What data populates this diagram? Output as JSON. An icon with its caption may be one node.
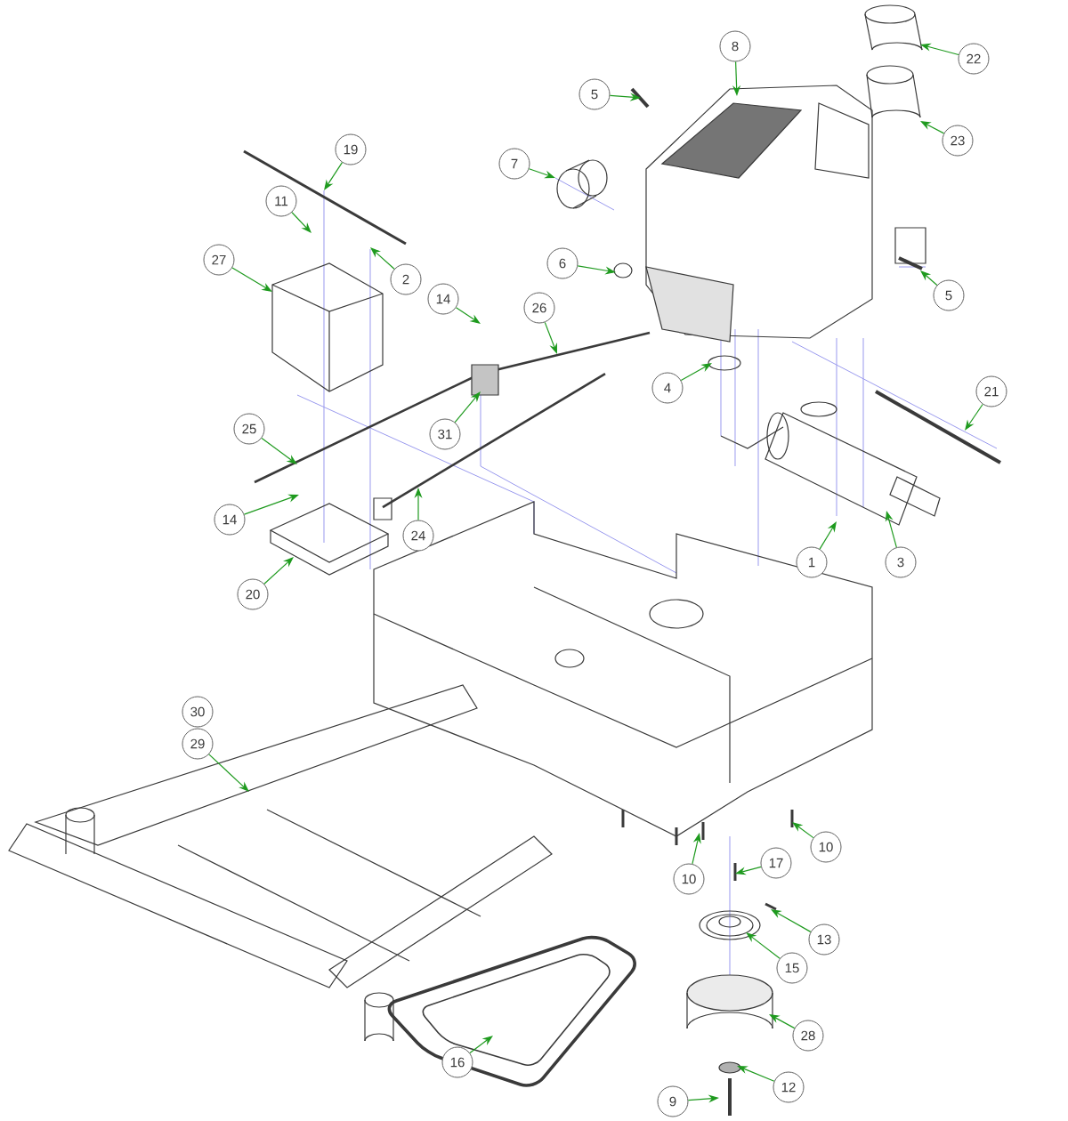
{
  "diagram": {
    "nodes": [
      {
        "text": [
          "8"
        ]
      },
      {
        "text": [
          "22"
        ]
      },
      {
        "text": [
          "5"
        ]
      },
      {
        "text": [
          "23"
        ]
      },
      {
        "text": [
          "19"
        ]
      },
      {
        "text": [
          "7"
        ]
      },
      {
        "text": [
          "11"
        ]
      },
      {
        "text": [
          "27"
        ]
      },
      {
        "text": [
          "6"
        ]
      },
      {
        "text": [
          "2"
        ]
      },
      {
        "text": [
          "5"
        ]
      },
      {
        "text": [
          "14"
        ]
      },
      {
        "text": [
          "26"
        ]
      },
      {
        "text": [
          "4"
        ]
      },
      {
        "text": [
          "21"
        ]
      },
      {
        "text": [
          "25"
        ]
      },
      {
        "text": [
          "31"
        ]
      },
      {
        "text": [
          "14"
        ]
      },
      {
        "text": [
          "24"
        ]
      },
      {
        "text": [
          "1"
        ]
      },
      {
        "text": [
          "3"
        ]
      },
      {
        "text": [
          "20"
        ]
      },
      {
        "text": [
          "30"
        ]
      },
      {
        "text": [
          "29"
        ]
      },
      {
        "text": [
          "10"
        ]
      },
      {
        "text": [
          "17"
        ]
      },
      {
        "text": [
          "10"
        ]
      },
      {
        "text": [
          "13"
        ]
      },
      {
        "text": [
          "15"
        ]
      },
      {
        "text": [
          "28"
        ]
      },
      {
        "text": [
          "16"
        ]
      },
      {
        "text": [
          "12"
        ]
      },
      {
        "text": [
          "9"
        ]
      }
    ],
    "edges": [
      {
        "from": 0,
        "to": null,
        "arrow": "to"
      },
      {
        "from": 1,
        "to": null,
        "arrow": "to"
      },
      {
        "from": 2,
        "to": null,
        "arrow": "to"
      },
      {
        "from": 3,
        "to": null,
        "arrow": "to"
      },
      {
        "from": 4,
        "to": null,
        "arrow": "to"
      },
      {
        "from": 5,
        "to": null,
        "arrow": "to"
      },
      {
        "from": 6,
        "to": null,
        "arrow": "to"
      },
      {
        "from": 7,
        "to": null,
        "arrow": "to"
      },
      {
        "from": 8,
        "to": null,
        "arrow": "to"
      },
      {
        "from": 9,
        "to": null,
        "arrow": "to"
      },
      {
        "from": 10,
        "to": null,
        "arrow": "to"
      },
      {
        "from": 11,
        "to": null,
        "arrow": "to"
      },
      {
        "from": 12,
        "to": null,
        "arrow": "to"
      },
      {
        "from": 13,
        "to": null,
        "arrow": "to"
      },
      {
        "from": 14,
        "to": null,
        "arrow": "to"
      },
      {
        "from": 15,
        "to": null,
        "arrow": "to"
      },
      {
        "from": 16,
        "to": null,
        "arrow": "to"
      },
      {
        "from": 17,
        "to": null,
        "arrow": "to"
      },
      {
        "from": 18,
        "to": null,
        "arrow": "to"
      },
      {
        "from": 19,
        "to": null,
        "arrow": "to"
      },
      {
        "from": 20,
        "to": null,
        "arrow": "to"
      },
      {
        "from": 21,
        "to": null,
        "arrow": "to"
      },
      {
        "from": 23,
        "to": null,
        "arrow": "to"
      },
      {
        "from": 24,
        "to": null,
        "arrow": "to"
      },
      {
        "from": 25,
        "to": null,
        "arrow": "to"
      },
      {
        "from": 26,
        "to": null,
        "arrow": "to"
      },
      {
        "from": 27,
        "to": null,
        "arrow": "to"
      },
      {
        "from": 28,
        "to": null,
        "arrow": "to"
      },
      {
        "from": 29,
        "to": null,
        "arrow": "to"
      },
      {
        "from": 30,
        "to": null,
        "arrow": "to"
      },
      {
        "from": 31,
        "to": null,
        "arrow": "to"
      },
      {
        "from": 32,
        "to": null,
        "arrow": "to"
      }
    ]
  }
}
